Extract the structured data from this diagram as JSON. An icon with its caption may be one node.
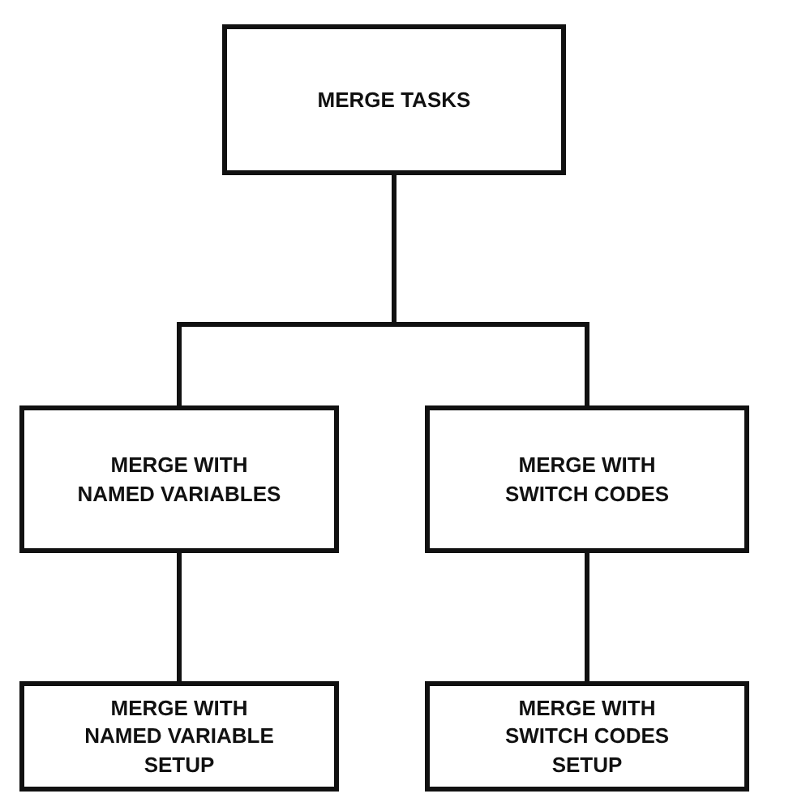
{
  "diagram": {
    "nodes": [
      {
        "text": [
          "MERGE TASKS"
        ]
      },
      {
        "text": [
          "MERGE WITH NAMED VARIABLES"
        ]
      },
      {
        "text": [
          "MERGE WITH SWITCH CODES"
        ]
      },
      {
        "text": [
          "MERGE WITH NAMED VARIABLE SETUP"
        ]
      },
      {
        "text": [
          "MERGE WITH SWITCH CODES SETUP"
        ]
      }
    ],
    "edges": [
      {
        "from": 0,
        "to": 1,
        "arrow": "none"
      },
      {
        "from": 0,
        "to": 2,
        "arrow": "none"
      },
      {
        "from": 1,
        "to": 3,
        "arrow": "none"
      },
      {
        "from": 2,
        "to": 4,
        "arrow": "none"
      }
    ]
  }
}
